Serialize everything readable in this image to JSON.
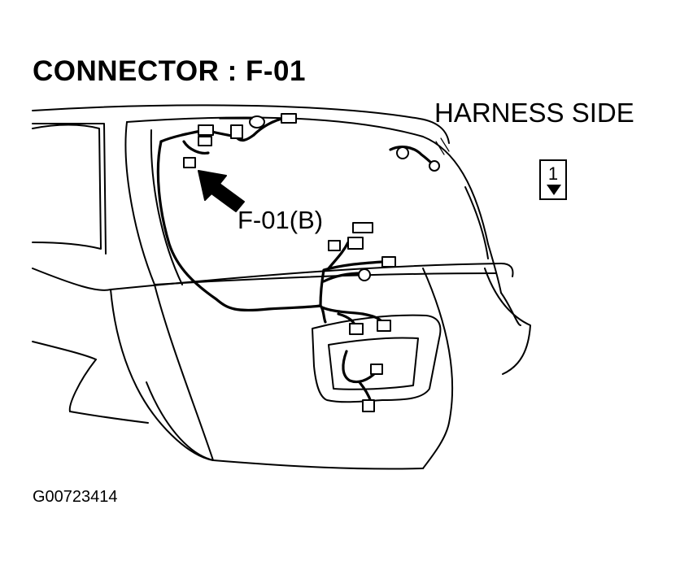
{
  "title": "CONNECTOR : F-01",
  "side_label": "HARNESS SIDE",
  "callout_label": "F-01(B)",
  "pin_number": "1",
  "figure_code": "G00723414"
}
